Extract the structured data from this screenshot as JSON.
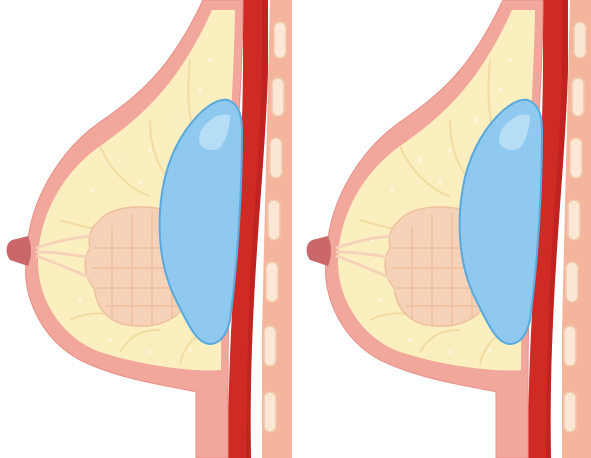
{
  "diagram": {
    "panels": [
      {
        "id": "left",
        "elements": [
          "skin",
          "fat",
          "glands",
          "nipple",
          "implant",
          "pectoral-muscle",
          "ribs"
        ]
      },
      {
        "id": "right",
        "elements": [
          "skin",
          "fat",
          "glands",
          "nipple",
          "implant",
          "pectoral-muscle",
          "ribs"
        ]
      }
    ]
  },
  "colors": {
    "background": "#ffffff",
    "skin": "#f2a79c",
    "skin_edge": "#e78f87",
    "fat": "#fbefbf",
    "fat_lines": "#f3dca0",
    "gland": "#f6d2b8",
    "gland_edge": "#efc09e",
    "nipple": "#c9676a",
    "implant": "#8fc9ef",
    "implant_edge": "#5aa9dd",
    "implant_highlight": "#d7ecfb",
    "muscle": "#cf2a24",
    "muscle_dark": "#b41d1b",
    "chest_wall": "#f4b59c",
    "rib": "#fbe7d4",
    "rib_edge": "#f0c8ac"
  },
  "icons": [
    "breast-cross-section-icon"
  ]
}
